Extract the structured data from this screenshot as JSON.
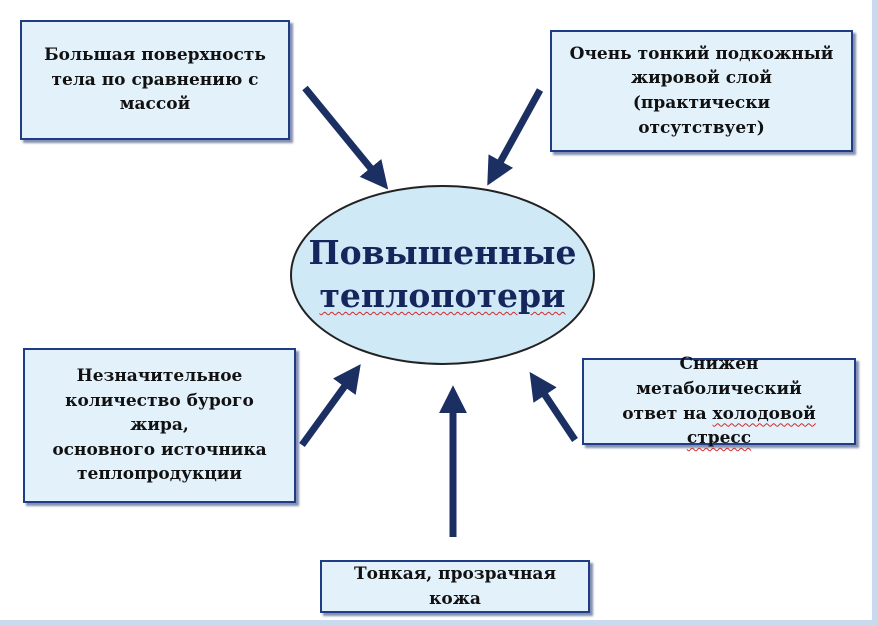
{
  "center": {
    "line1": "Повышенные",
    "line2": "теплопотери"
  },
  "factors": {
    "surface": {
      "lines": [
        "Большая поверхность",
        "тела по сравнению с",
        "массой"
      ]
    },
    "fat_layer": {
      "lines": [
        "Очень тонкий подкожный",
        "жировой слой (практически",
        "отсутствует)"
      ]
    },
    "brown_fat": {
      "lines": [
        "Незначительное",
        "количество бурого жира,",
        "основного источника",
        "теплопродукции"
      ]
    },
    "metabolic": {
      "line1": "Снижен метаболический",
      "line2_part1": "ответ на ",
      "line2_part2": "холодовой стресс"
    },
    "skin": {
      "text": "Тонкая, прозрачная кожа"
    }
  },
  "colors": {
    "arrow": "#1b2f63",
    "box_fill": "#e3f1fb",
    "box_border": "#1f3d86",
    "ellipse_fill": "#cfe9f7",
    "center_text": "#14265c"
  }
}
